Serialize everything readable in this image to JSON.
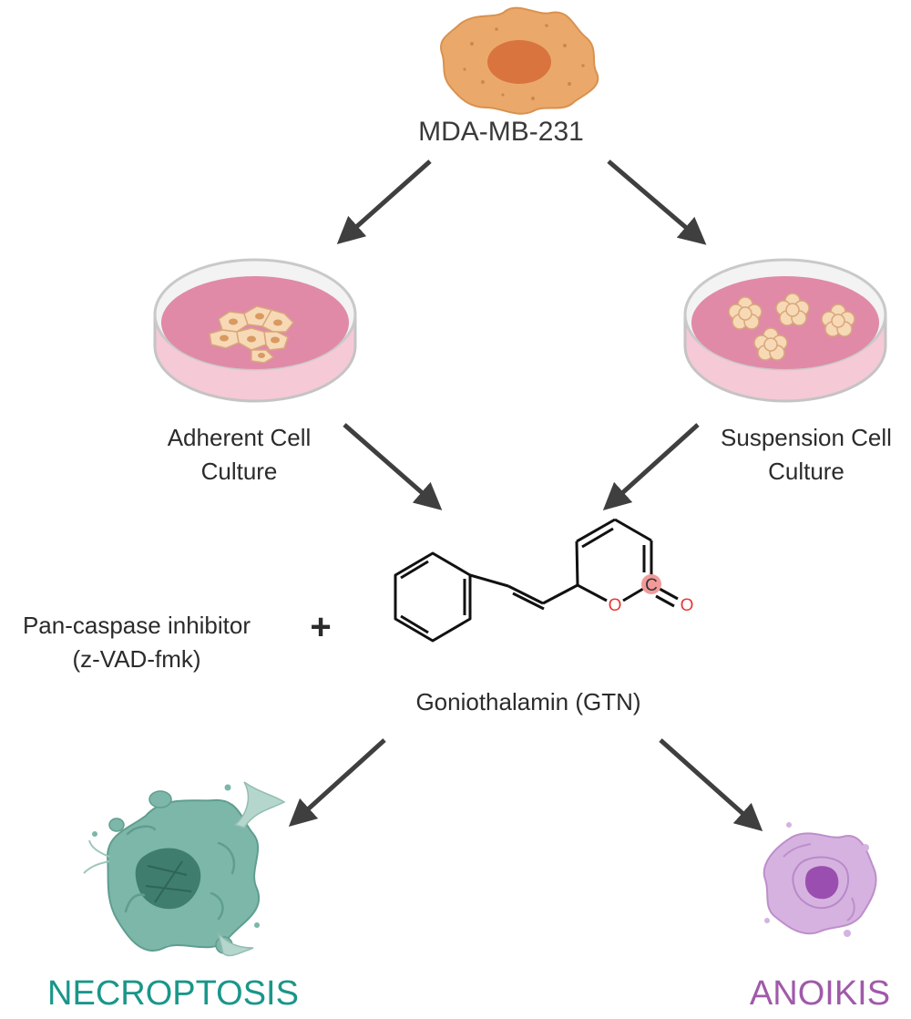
{
  "cell_line": "MDA-MB-231",
  "culture": {
    "adherent": [
      "Adherent Cell",
      "Culture"
    ],
    "suspension": [
      "Suspension Cell",
      "Culture"
    ]
  },
  "inhibitor": [
    "Pan-caspase inhibitor",
    "(z-VAD-fmk)"
  ],
  "plus": "+",
  "drug": {
    "name": "Goniothalamin (GTN)",
    "atom_c": "C",
    "atom_o_ring": "O",
    "atom_o_carbonyl": "O"
  },
  "outcomes": {
    "left": "NECROPTOSIS",
    "right": "ANOIKIS"
  },
  "colors": {
    "necroptosis": "#1a968a",
    "anoikis": "#a05aa8",
    "arrow": "#3f3f3f",
    "dish_medium": "#e08aa8",
    "cell_orange": "#eaa96a",
    "heteroatom": "#e53935"
  }
}
